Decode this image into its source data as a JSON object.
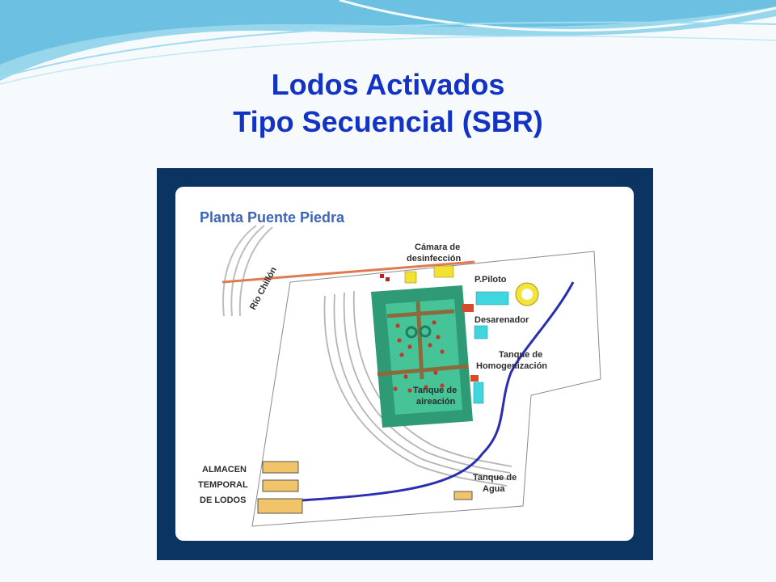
{
  "slide": {
    "title_line1": "Lodos Activados",
    "title_line2": "Tipo Secuencial (SBR)"
  },
  "diagram": {
    "plant_name": "Planta Puente Piedra",
    "river": "Río Chillón",
    "labels": {
      "camara_line1": "Cámara de",
      "camara_line2": "desinfección",
      "piloto": "P.Piloto",
      "desarenador": "Desarenador",
      "homog_line1": "Tanque de",
      "homog_line2": "Homogenización",
      "aireacion_line1": "Tanque de",
      "aireacion_line2": "aireación",
      "almacen_line1": "ALMACEN",
      "almacen_line2": "TEMPORAL",
      "almacen_line3": "DE LODOS",
      "agua_line1": "Tanque de",
      "agua_line2": "Agua"
    }
  },
  "colors": {
    "title": "#1333c4",
    "frame": "#0b3463",
    "tank": "#3fb68f",
    "pipe_blue": "#2a2eb0",
    "orange": "#e07a50"
  }
}
